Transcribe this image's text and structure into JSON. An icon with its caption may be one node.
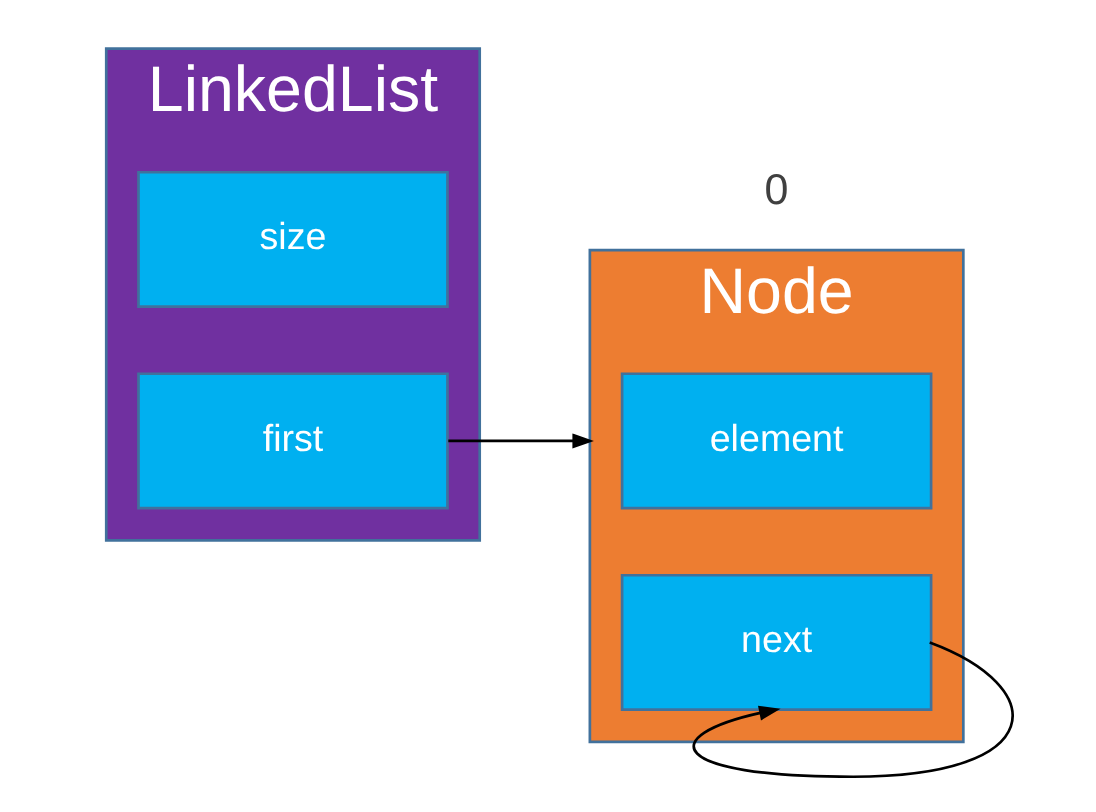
{
  "diagram": {
    "nodes": [
      {
        "text": [
          "LinkedList"
        ]
      },
      {
        "text": [
          "size"
        ],
        "in": 0
      },
      {
        "text": [
          "first"
        ],
        "in": 0
      },
      {
        "text": [
          "Node"
        ],
        "beside": [
          "0"
        ]
      },
      {
        "text": [
          "element"
        ],
        "in": 3
      },
      {
        "text": [
          "next"
        ],
        "in": 3
      }
    ],
    "edges": [
      {
        "from": 2,
        "to": 3,
        "arrow": "to"
      },
      {
        "from": 5,
        "to": 3,
        "arrow": "to"
      }
    ]
  }
}
